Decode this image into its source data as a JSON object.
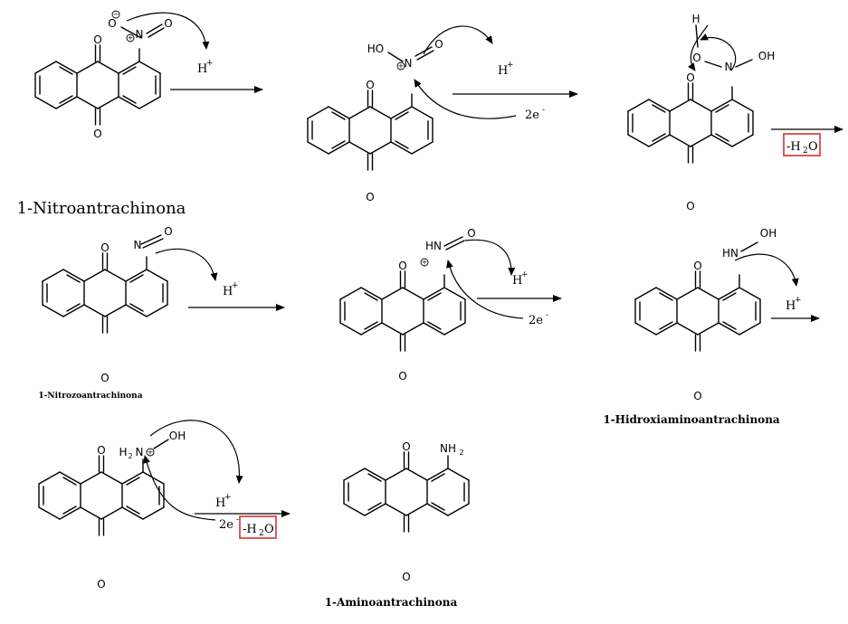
{
  "colors": {
    "ink": "#000000",
    "highlight_box": "#d9494b",
    "background": "#ffffff"
  },
  "labels": {
    "nitro": "1-Nitroantrachinona",
    "nitroso": "1-Nitrozoantrachinona",
    "hydroxyamino": "1-Hidroxiaminoantrachinona",
    "amino": "1-Aminoantrachinona"
  },
  "reagents": {
    "proton": "H",
    "plus": "+",
    "electrons": "2e",
    "minus": "-",
    "water_minus": "-H",
    "water_sub": "2",
    "water_o": "O"
  },
  "atoms": {
    "O": "O",
    "N": "N",
    "H": "H",
    "HO": "HO",
    "OH": "OH",
    "HN": "HN",
    "H2N": "H",
    "NH": "NH",
    "sub2": "2",
    "plus_circle": "+",
    "minus_circle": "−"
  }
}
